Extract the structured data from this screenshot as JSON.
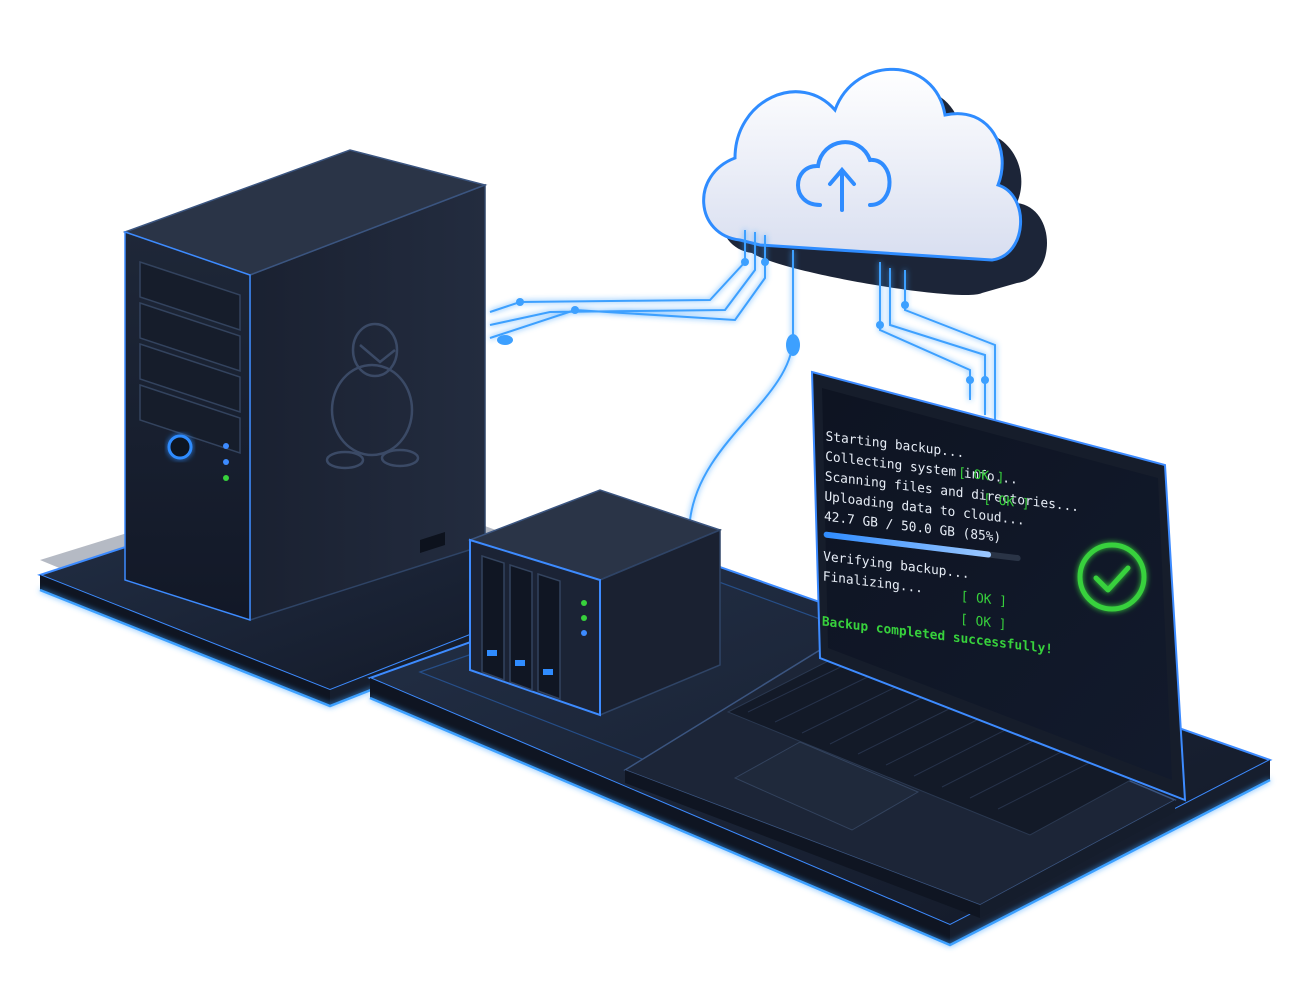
{
  "terminal": {
    "lines": [
      {
        "text": "Starting backup...",
        "status": ""
      },
      {
        "text": "Collecting system info...",
        "status": "[ OK ]"
      },
      {
        "text": "Scanning files and directories...",
        "status": "[ OK ]"
      },
      {
        "text": "Uploading data to cloud...",
        "status": ""
      },
      {
        "text": "42.7 GB / 50.0 GB (85%)",
        "status": ""
      },
      {
        "text": "Verifying backup...",
        "status": "[ OK ]"
      },
      {
        "text": "Finalizing...",
        "status": "[ OK ]"
      }
    ],
    "progress": 0.85,
    "success_message": "Backup completed successfully!"
  },
  "icons": {
    "cloud": "cloud-upload-icon",
    "server_logo": "linux-penguin-icon",
    "check": "check-circle-icon"
  },
  "colors": {
    "accent": "#2f8cff",
    "glow": "#4aa8ff",
    "device_dark": "#1a2233",
    "ok_green": "#37d13c"
  }
}
